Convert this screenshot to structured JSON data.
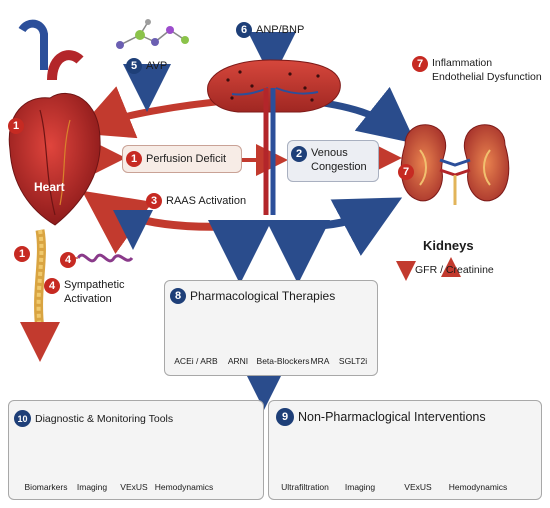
{
  "labels": {
    "heart": "Heart",
    "kidneys": "Kidneys",
    "gfr_creatinine": "GFR / Creatinine",
    "avp": "AVP",
    "anp_bnp": "ANP/BNP",
    "inflammation_line1": "Inflammation",
    "inflammation_line2": "Endothelial Dysfunction",
    "perfusion_deficit": "Perfusion Deficit",
    "venous_line1": "Venous",
    "venous_line2": "Congestion",
    "raas": "RAAS Activation",
    "sympathetic_line1": "Sympathetic",
    "sympathetic_line2": "Activation"
  },
  "badges": {
    "heart_badge": "1",
    "perfusion": "1",
    "venous": "2",
    "raas": "3",
    "sympathetic_small": "1",
    "nerve": "4",
    "sympathetic": "4",
    "avp": "5",
    "anp_bnp": "6",
    "inflammation": "7",
    "kidney": "7",
    "pharm": "8",
    "nonpharm": "9",
    "diag": "10"
  },
  "pharm": {
    "title": "Pharmacological Therapies",
    "items": [
      "ACEi / ARB",
      "ARNI",
      "Beta-Blockers",
      "MRA",
      "SGLT2i"
    ]
  },
  "diag": {
    "title": "Diagnostic & Monitoring Tools",
    "items": [
      "Biomarkers",
      "Imaging",
      "VExUS",
      "Hemodynamics"
    ]
  },
  "nonpharm": {
    "title": "Non-Pharmaclogical Interventions",
    "items": [
      "Ultrafiltration",
      "Imaging",
      "VExUS",
      "Hemodynamics"
    ]
  },
  "colors": {
    "red": "#c62a22",
    "blue": "#1e3f78",
    "artery": "#b3262a",
    "vein": "#2c4f9a",
    "panel_bg": "#f1f1f1",
    "panel_border": "#a8a8a8"
  }
}
